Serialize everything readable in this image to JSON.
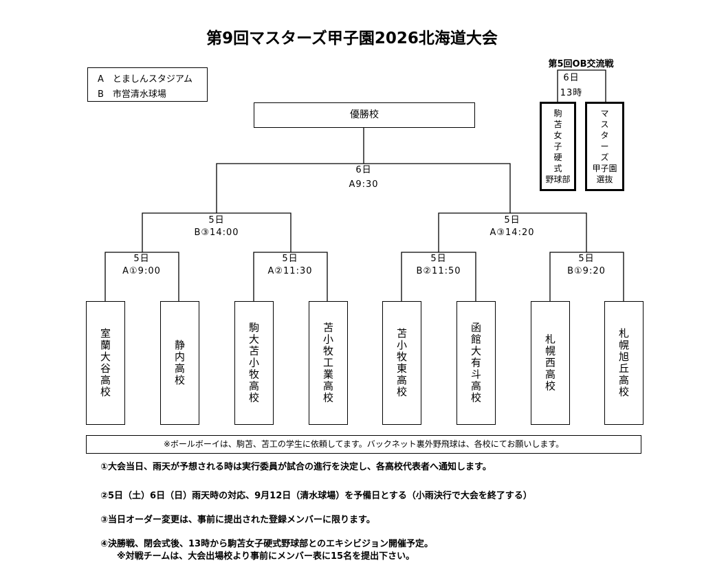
{
  "title": "第9回マスターズ甲子園2026北海道大会",
  "venues": [
    "A　とましんスタジアム",
    "B　市営清水球場"
  ],
  "ob_match": {
    "title": "第5回OB交流戦",
    "day": "6日",
    "time": "13時",
    "teams": [
      "駒苫女子硬式野球部",
      "マスターズ甲子園選抜"
    ]
  },
  "final": {
    "winner_label": "優勝校",
    "day": "6日",
    "slot": "A9:30"
  },
  "semifinals": [
    {
      "day": "5日",
      "slot": "B③14:00"
    },
    {
      "day": "5日",
      "slot": "A③14:20"
    }
  ],
  "first_round": [
    {
      "day": "5日",
      "slot": "A①9:00"
    },
    {
      "day": "5日",
      "slot": "A②11:30"
    },
    {
      "day": "5日",
      "slot": "B②11:50"
    },
    {
      "day": "5日",
      "slot": "B①9:20"
    }
  ],
  "teams": [
    "室蘭大谷高校",
    "静内高校",
    "駒大苫小牧高校",
    "苫小牧工業高校",
    "苫小牧東高校",
    "函館大有斗高校",
    "札幌西高校",
    "札幌旭丘高校"
  ],
  "note": "※ボールボーイは、駒苫、苫工の学生に依頼してます。バックネット裏外野飛球は、各校にてお願いします。",
  "rules": [
    "①大会当日、雨天が予想される時は実行委員が試合の進行を決定し、各高校代表者へ通知します。",
    "②5日（土）6日（日）雨天時の対応、9月12日（清水球場）を予備日とする（小雨決行で大会を終了する）",
    "③当日オーダー変更は、事前に提出された登録メンバーに限ります。",
    "④決勝戦、閉会式後、13時から駒苫女子硬式野球部とのエキシビジョン開催予定。",
    "※対戦チームは、大会出場校より事前にメンバー表に15名を提出下さい。"
  ]
}
